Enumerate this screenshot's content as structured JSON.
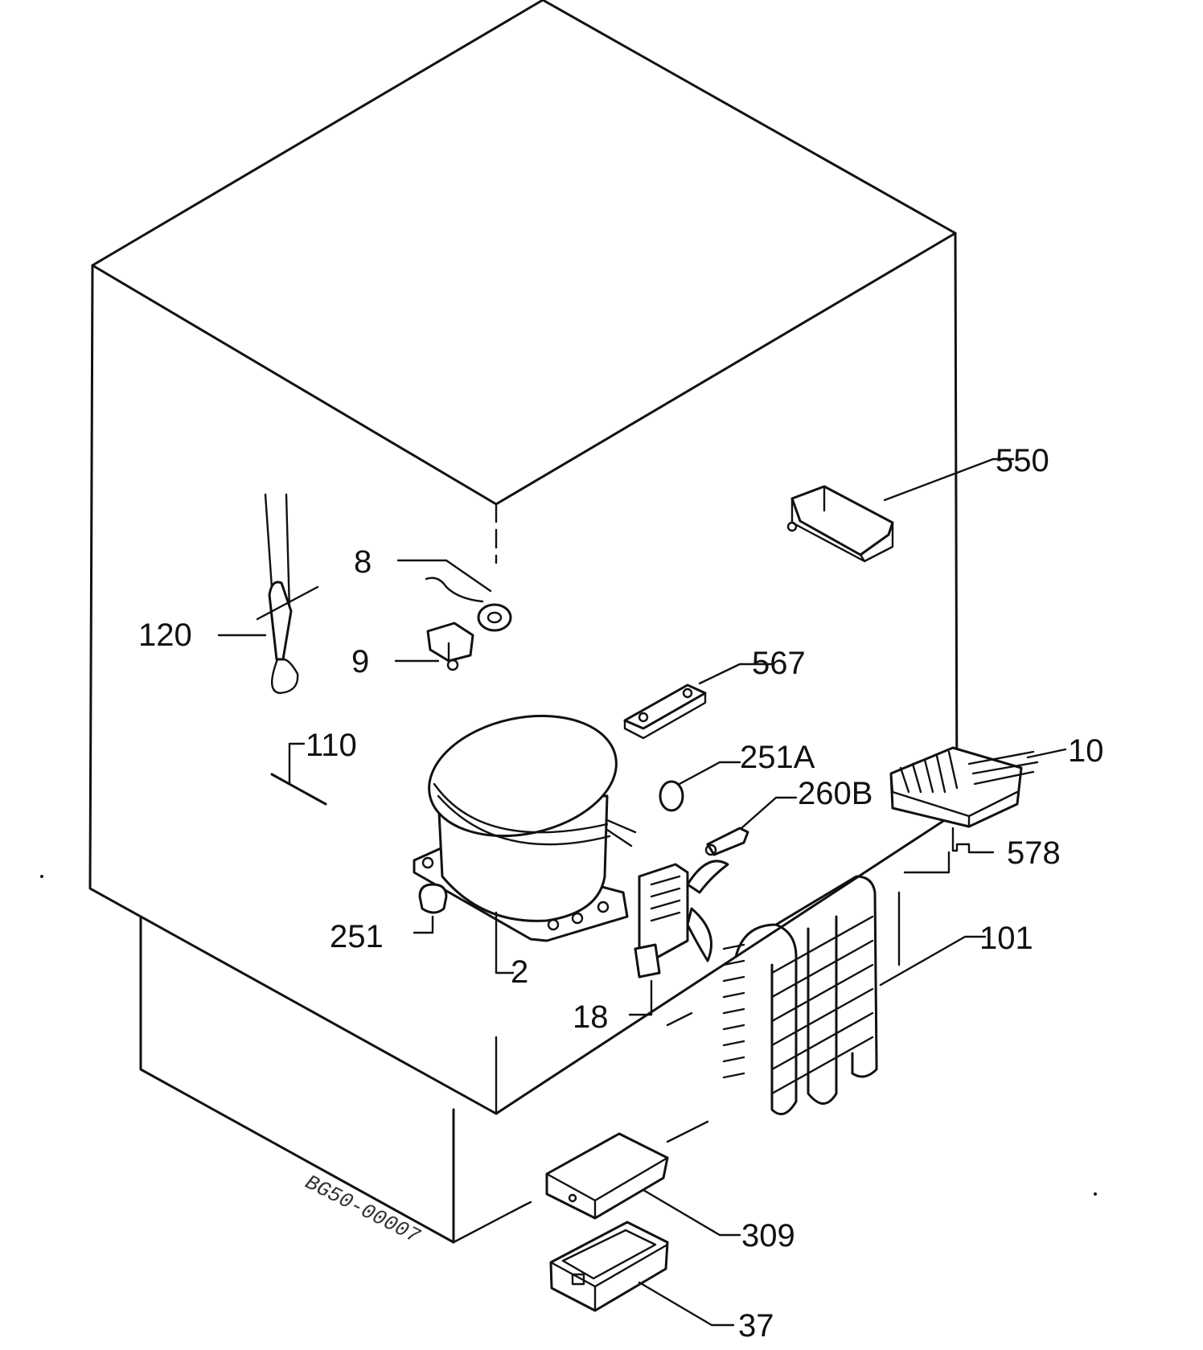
{
  "labels": {
    "p550": "550",
    "p8": "8",
    "p120": "120",
    "p9": "9",
    "p567": "567",
    "p110": "110",
    "p251a": "251A",
    "p260b": "260B",
    "p10": "10",
    "p578": "578",
    "p251": "251",
    "p2": "2",
    "p101": "101",
    "p18": "18",
    "p309": "309",
    "p37": "37"
  },
  "watermark": "BG50-00007"
}
